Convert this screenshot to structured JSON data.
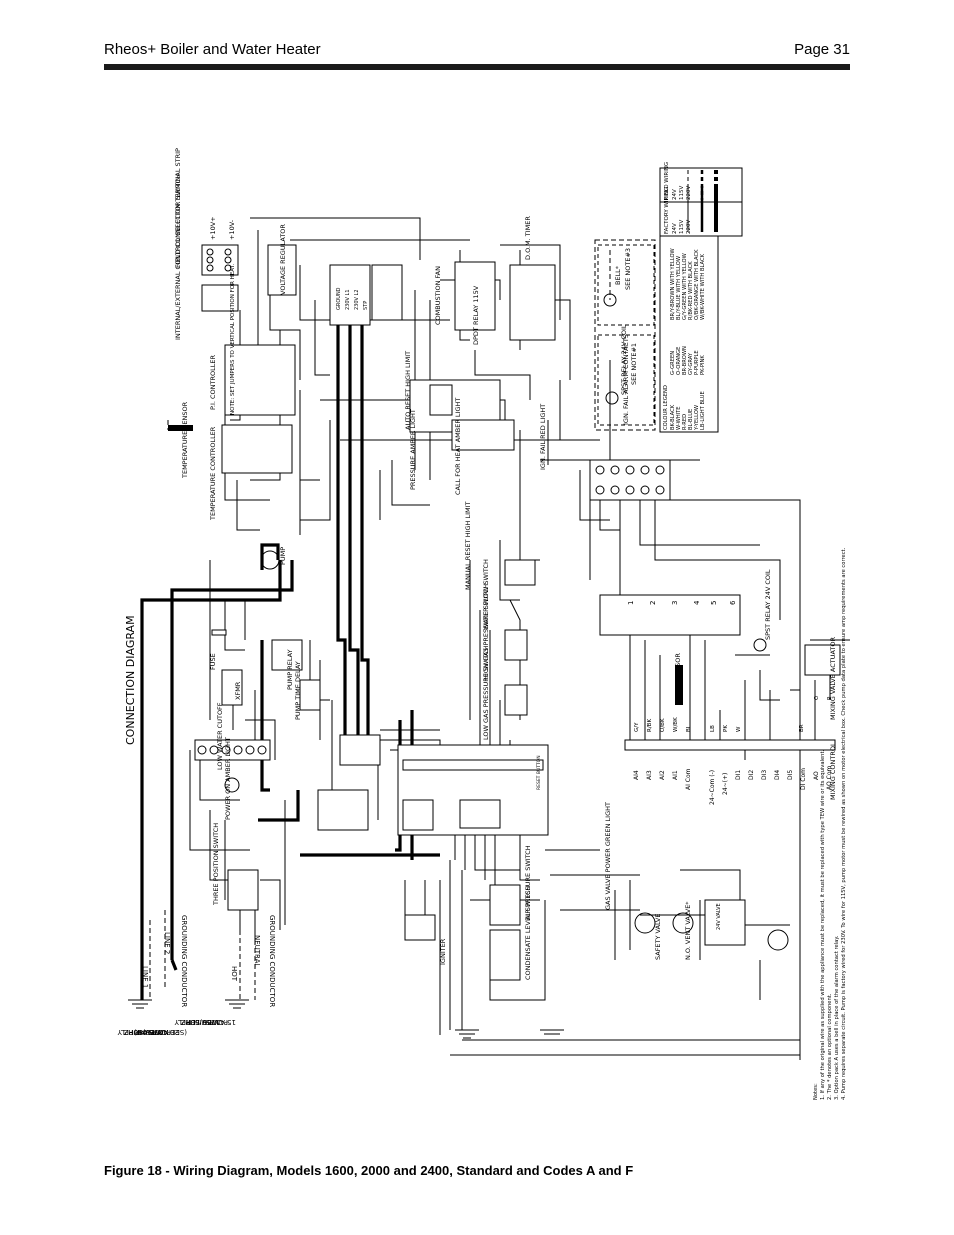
{
  "header": {
    "title": "Rheos+ Boiler and Water Heater",
    "page": "Page 31"
  },
  "caption": "Figure 18 - Wiring Diagram, Models 1600, 2000 and 2400, Standard and Codes A and F",
  "diagram": {
    "heading": "CONNECTION DIAGRAM",
    "power": {
      "pump_supply": [
        "PUMP",
        "230V/60HZ",
        "POWER SUPPLY",
        "20 AMPS",
        "(SEE NOTE #4)"
      ],
      "boiler_supply": [
        "BOILER",
        "115V/60HZ",
        "POWER SUPPLY",
        "15 AMPS"
      ],
      "line1": "LINE 1",
      "line2": "LINE 2",
      "grounding": "GROUNDING CONDUCTOR",
      "hot": "HOT",
      "neutral": "NEUTRAL",
      "grounding2": "GROUNDING CONDUCTOR"
    },
    "components": {
      "temp_sensor": "TEMPERATURE SENSOR",
      "temp_controller": "TEMPERATURE CONTROLLER",
      "pi_controller": "P.I. CONTROLLER",
      "pi_note": "NOTE: SET JUMPERS TO VERTICAL POSITION FOR HEAT.",
      "ext_switch": "INTERNAL/EXTERNAL CONTROL SELECTOR SWITCH",
      "voltage_regulator": "VOLTAGE REGULATOR",
      "field_strip": "FIELD CONNECTION TERMINAL STRIP",
      "strip_terminals": [
        "+10V+",
        "+10V-"
      ],
      "combustion_fan": "COMBUSTION FAN",
      "fan_terms": [
        "GROUND",
        "230V L1",
        "230V L2",
        "STP"
      ],
      "dpdt_relay": "DPDT RELAY 115V",
      "dom_timer": "D.O.M. TIMER",
      "bell": "BELL*",
      "see_note3": "SEE NOTE#3",
      "spst_relay_top": "SPST RELAY 24V COIL",
      "see_note1": "SEE NOTE#1",
      "ign_fail": "IGN. FAIL ALARM CONTACTS",
      "auto_reset": "AUTO RESET HIGH LIMIT",
      "pressure_light": "PRESSURE AMBER LIGHT",
      "call_for_heat": "CALL FOR HEAT AMBER LIGHT",
      "ign_fail_light": "IGN. FAIL RED LIGHT",
      "manual_reset": "MANUAL RESET HIGH LIMIT",
      "water_flow": "WATER FLOW SWITCH",
      "high_gas": "HIGH GAS PRESSURE SWITCH",
      "low_gas": "LOW GAS PRESSURE SWITCH",
      "air_pressure": "AIR PRESSURE SWITCH",
      "condensate": "CONDENSATE LEVEL SWITCH",
      "gas_valve": "GAS VALVE POWER GREEN LIGHT",
      "safety_valve": "SAFETY VALVE",
      "vent_valve": "N.O. VENT VALVE*",
      "lwc": "LOW WATER CUTOFF",
      "xfmr": "XFMR",
      "fuse": "FUSE",
      "pump": "PUMP",
      "pump_relay": "PUMP RELAY",
      "pump_time_delay": "PUMP TIME DELAY",
      "power_on": "POWER ON AMBER LIGHT",
      "three_pos": "THREE POSITION SWITCH",
      "igniter": "IGNITER",
      "sensor": "SENSOR",
      "spst_relay_24v": "SPST RELAY 24V COIL",
      "mixing_valve": "MIXING VALVE ACTUATOR",
      "mixing_control": "MIXING CONTROL",
      "reset_button": "RESET BUTTON",
      "valve_24": "24V VALVE"
    },
    "terminal_numbers": [
      "1",
      "2",
      "3",
      "4",
      "5",
      "6"
    ],
    "io_terminals": [
      "AI4",
      "AI3",
      "AI2",
      "AI1",
      "AI Com",
      "24~Com (-)",
      "24~(+)",
      "DI1",
      "DI2",
      "DI3",
      "DI4",
      "DI5",
      "DI Com",
      "AO",
      "AO Com"
    ],
    "io_wires": [
      "G/Y",
      "R/BK",
      "O/BK",
      "W/BK",
      "BL",
      "LB",
      "PK",
      "W",
      "",
      "",
      "",
      "BR",
      "O",
      "P",
      ""
    ],
    "colour_legend": {
      "title": "COLOUR LEGEND",
      "items": [
        "BK-BLACK",
        "W-WHITE",
        "R-RED",
        "BL-BLUE",
        "Y-YELLOW",
        "LB-LIGHT BLUE",
        "G-GREEN",
        "O-ORANGE",
        "BR-BROWN",
        "GY-GRAY",
        "P-PURPLE",
        "PK-PINK"
      ],
      "combos": [
        "BR/Y-BROWN WITH YELLOW",
        "BL/Y-BLUE WITH YELLOW",
        "G/Y-GREEN WITH YELLOW",
        "R/BK-RED WITH BLACK",
        "O/BK-ORANGE WITH BLACK",
        "W/BK-WHITE WITH BLACK"
      ]
    },
    "wiring_legend": {
      "factory": "FACTORY WIRING",
      "factory_rows": [
        "24V",
        "115V",
        "220V"
      ],
      "field": "FIELD WIRING",
      "field_rows": [
        "24V",
        "115V",
        "220V"
      ]
    },
    "notes": [
      "Notes:",
      "1. If any of the original wire as supplied with the appliance must be replaced, it must be replaced with type TEW wire or its equivalent.",
      "2. The * denotes an optional component.",
      "3. Option pack A uses a bell in place of the alarm contact relay.",
      "4. Pump requires separate circuit. Pump is factory wired for 230V. To wire for 115V, pump motor must be rewired as shown on motor electrical box. Check pump data plate to ensure amp requirements are correct."
    ]
  }
}
